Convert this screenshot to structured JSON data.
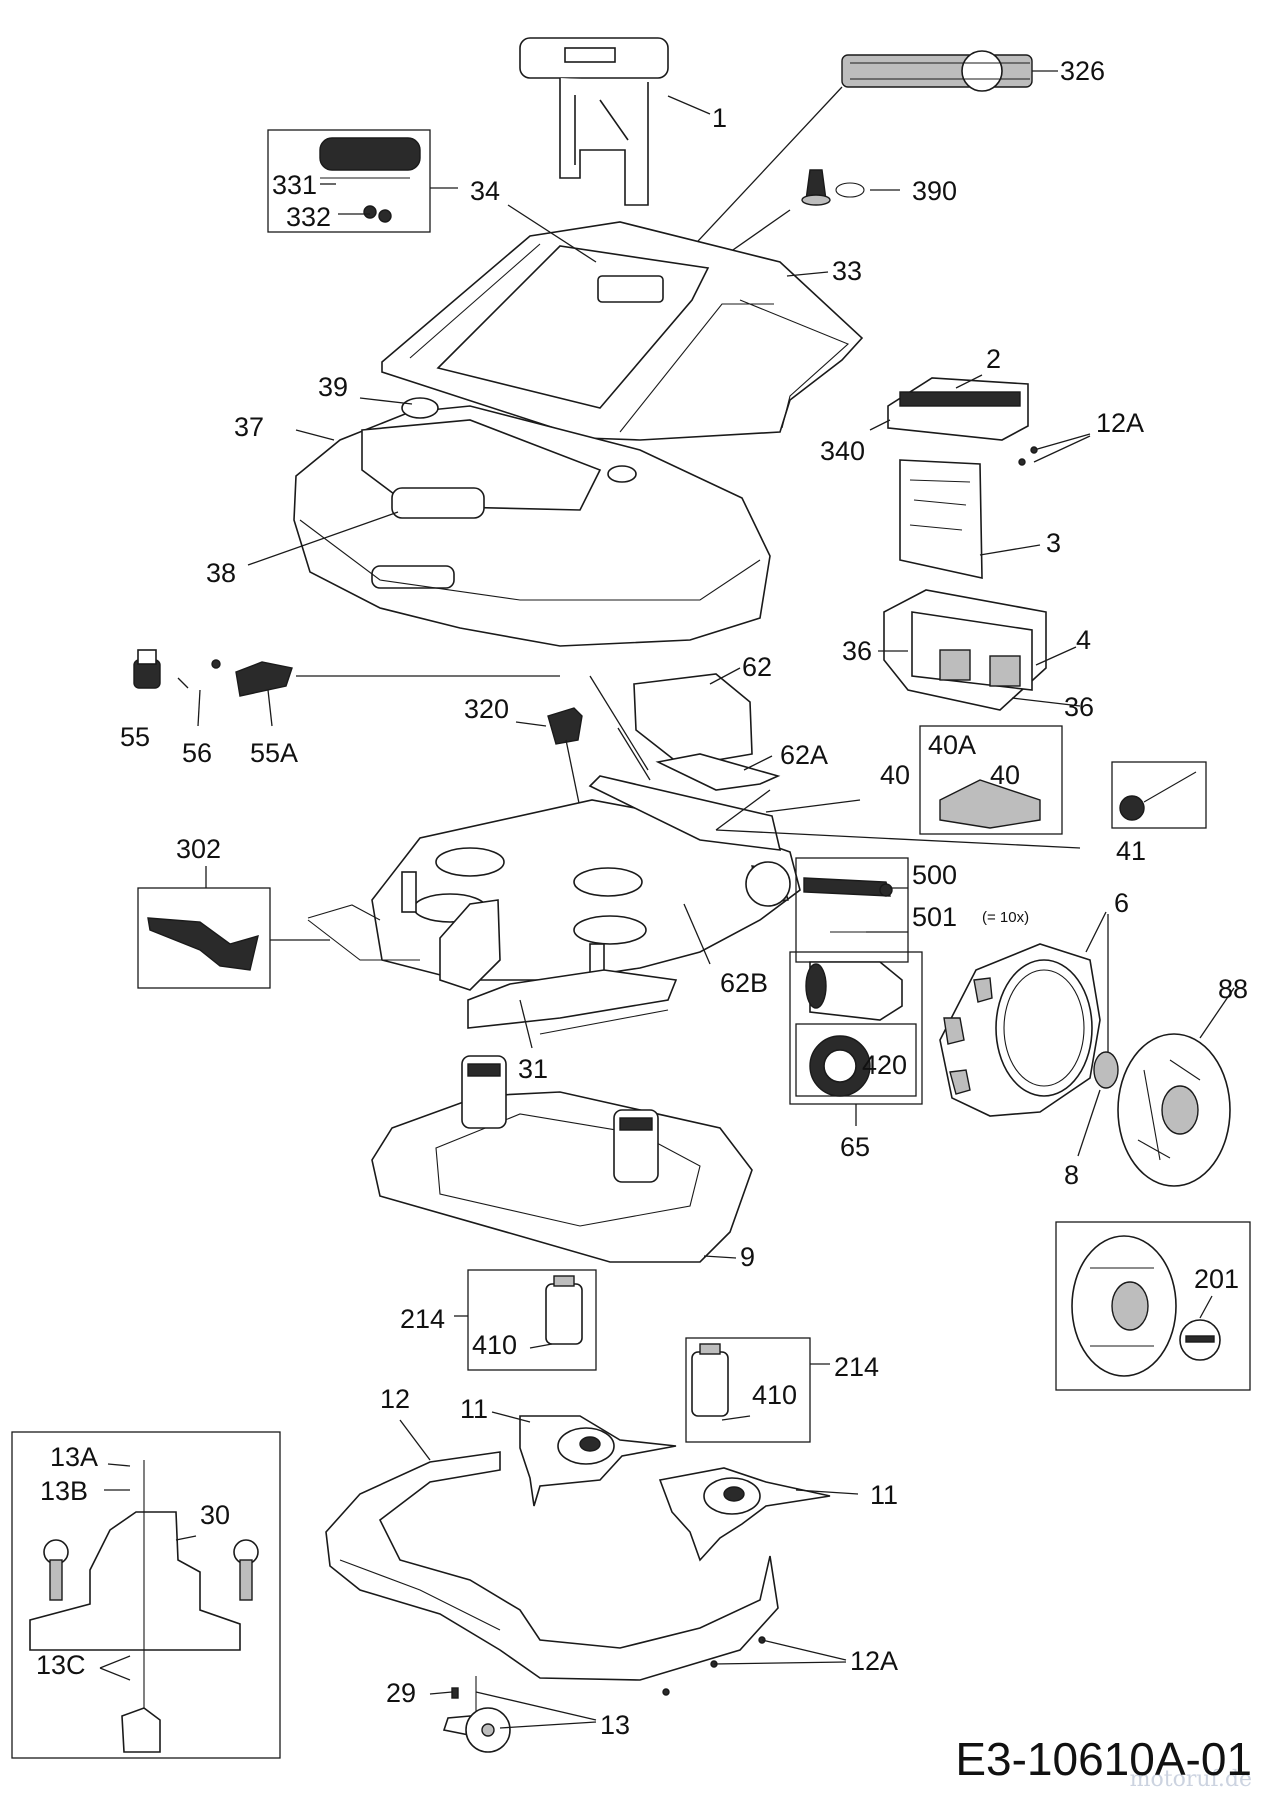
{
  "document_code": "E3-10610A-01",
  "watermark": "motoruf.de",
  "note_10x": "(= 10x)",
  "labels": {
    "l1": "1",
    "l326": "326",
    "l331": "331",
    "l332": "332",
    "l34": "34",
    "l390": "390",
    "l33": "33",
    "l2": "2",
    "l39": "39",
    "l37": "37",
    "l12A_top": "12A",
    "l340": "340",
    "l3": "3",
    "l38": "38",
    "l36_a": "36",
    "l4": "4",
    "l36_b": "36",
    "l62": "62",
    "l55": "55",
    "l56": "56",
    "l55A": "55A",
    "l320": "320",
    "l62A": "62A",
    "l40A": "40A",
    "l40_box": "40",
    "l40": "40",
    "l41": "41",
    "l302": "302",
    "l500": "500",
    "l501": "501",
    "l6": "6",
    "l62B": "62B",
    "l88": "88",
    "l420": "420",
    "l31": "31",
    "l8": "8",
    "l65": "65",
    "l9": "9",
    "l201": "201",
    "l214_a": "214",
    "l410_a": "410",
    "l214_b": "214",
    "l410_b": "410",
    "l12": "12",
    "l11_a": "11",
    "l11_b": "11",
    "l13A": "13A",
    "l13B": "13B",
    "l30": "30",
    "l13C": "13C",
    "l12A_bot": "12A",
    "l29": "29",
    "l13": "13"
  },
  "icons": [
    "robotic-mower-part-outlines",
    "wheel-icon",
    "blade-disc-icon",
    "motor-icon"
  ]
}
